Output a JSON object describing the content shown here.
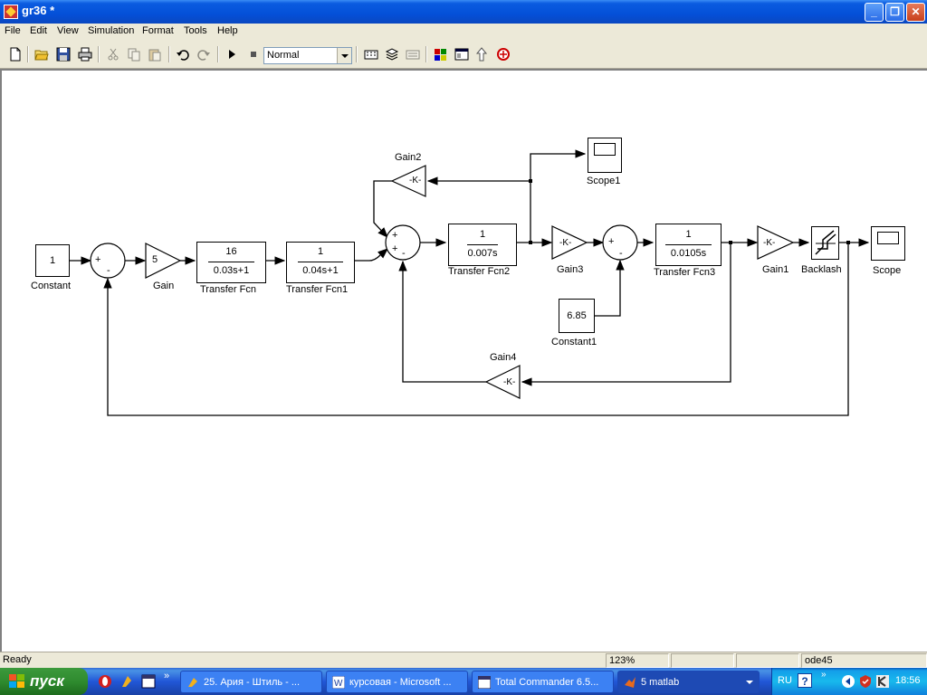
{
  "window": {
    "title": "gr36 *"
  },
  "menu": [
    "File",
    "Edit",
    "View",
    "Simulation",
    "Format",
    "Tools",
    "Help"
  ],
  "toolbar": {
    "sim_mode": "Normal"
  },
  "blocks": {
    "constant": {
      "value": "1",
      "label": "Constant"
    },
    "sum1": {
      "signs": [
        "+",
        "-"
      ]
    },
    "gain": {
      "value": "5",
      "label": "Gain"
    },
    "tf": {
      "num": "16",
      "den": "0.03s+1",
      "label": "Transfer Fcn"
    },
    "tf1": {
      "num": "1",
      "den": "0.04s+1",
      "label": "Transfer Fcn1"
    },
    "sum2": {
      "signs": [
        "+",
        "+",
        "-"
      ]
    },
    "gain2": {
      "value": "-K-",
      "label": "Gain2"
    },
    "tf2": {
      "num": "1",
      "den": "0.007s",
      "label": "Transfer Fcn2"
    },
    "scope1": {
      "label": "Scope1"
    },
    "gain3": {
      "value": "-K-",
      "label": "Gain3"
    },
    "sum3": {
      "signs": [
        "+",
        "-"
      ]
    },
    "constant1": {
      "value": "6.85",
      "label": "Constant1"
    },
    "tf3": {
      "num": "1",
      "den": "0.0105s",
      "label": "Transfer Fcn3"
    },
    "gain1": {
      "value": "-K-",
      "label": "Gain1"
    },
    "backlash": {
      "label": "Backlash"
    },
    "scope": {
      "label": "Scope"
    },
    "gain4": {
      "value": "-K-",
      "label": "Gain4"
    }
  },
  "status": {
    "ready": "Ready",
    "zoom": "123%",
    "solver": "ode45"
  },
  "taskbar": {
    "start": "пуск",
    "tasks": [
      "25. Ария - Штиль - ...",
      "курсовая - Microsoft ...",
      "Total Commander 6.5...",
      "5 matlab"
    ],
    "lang": "RU",
    "clock": "18:56"
  }
}
